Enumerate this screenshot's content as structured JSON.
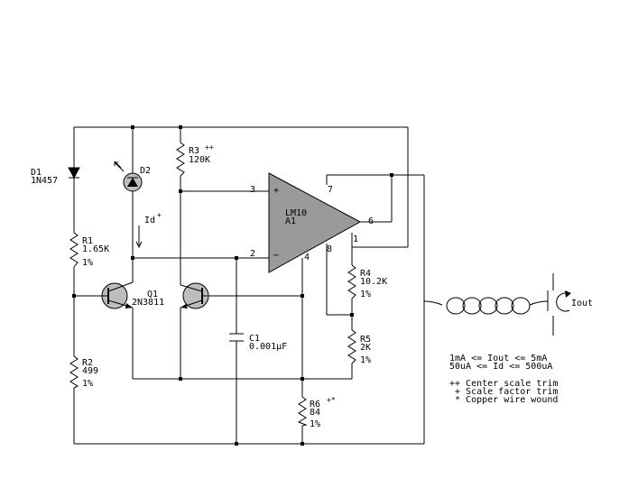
{
  "components": {
    "d1": {
      "ref": "D1",
      "value": "1N457"
    },
    "d2": {
      "ref": "D2"
    },
    "r1": {
      "ref": "R1",
      "value": "1.65K",
      "tol": "1%"
    },
    "r2": {
      "ref": "R2",
      "value": "499",
      "tol": "1%"
    },
    "r3": {
      "ref": "R3",
      "value": "120K",
      "mark": "++"
    },
    "r4": {
      "ref": "R4",
      "value": "10.2K",
      "tol": "1%"
    },
    "r5": {
      "ref": "R5",
      "value": "2K",
      "tol": "1%"
    },
    "r6": {
      "ref": "R6",
      "value": "84",
      "tol": "1%",
      "mark": "+*"
    },
    "q1": {
      "ref": "Q1",
      "value": "2N3811"
    },
    "c1": {
      "ref": "C1",
      "value": "0.001µF"
    },
    "a1": {
      "ref": "A1",
      "value": "LM10"
    }
  },
  "pins": {
    "p1": "1",
    "p2": "2",
    "p3": "3",
    "p4": "4",
    "p6": "6",
    "p7": "7",
    "p8": "8",
    "plus": "+",
    "minus": "−"
  },
  "signals": {
    "id": "Id",
    "id_sup": "+",
    "iout": "Iout"
  },
  "notes": {
    "range1": "1mA <= Iout <= 5mA",
    "range2": "50uA <= Id <= 500uA",
    "legend1": "++ Center scale trim",
    "legend2": " + Scale factor trim",
    "legend3": " * Copper wire wound"
  }
}
